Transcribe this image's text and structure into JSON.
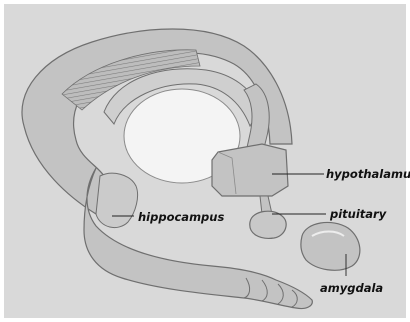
{
  "labels": {
    "hypothalamus": "hypothalamus",
    "pituitary": "pituitary",
    "hippocampus": "hippocampus",
    "amygdala": "amygdala"
  },
  "colors": {
    "background": "#d9d9d9",
    "structure_fill": "#c3c3c3",
    "structure_stroke": "#6f6f6f",
    "highlight": "#ededed",
    "ventricle": "#f4f4f4",
    "leader_line": "#222222",
    "label_text": "#111111"
  }
}
